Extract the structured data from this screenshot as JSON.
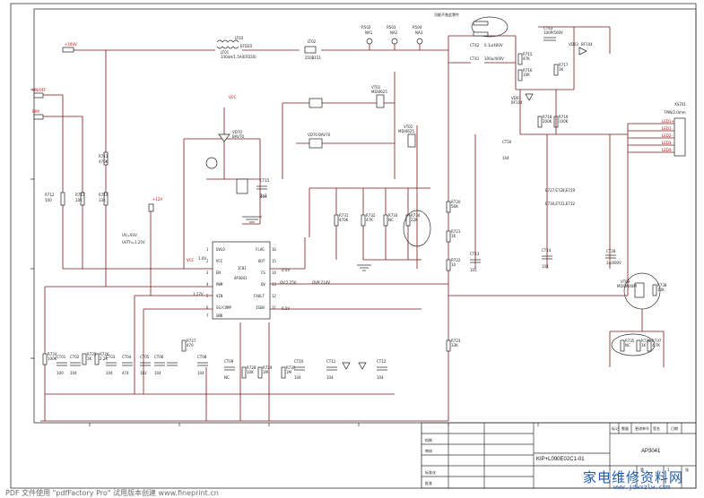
{
  "header_note": "功能不装此零件",
  "nets": {
    "vin": "+190V",
    "on_off": "ON/OFF",
    "dim": "DIM",
    "vcc_top": "VCC",
    "v12": "+12V",
    "vcc_left": "VCC"
  },
  "transformer": {
    "ref": "LT01",
    "alt": "LT03",
    "value": "330uH/1.5A(EFD20)",
    "alt_value": "EFD20"
  },
  "inductor": {
    "ref": "LT02",
    "value": "250B151"
  },
  "jumpers": [
    "R502",
    "R503",
    "R504"
  ],
  "jumper_values": [
    "NA1",
    "NA2",
    "NA3"
  ],
  "ic": {
    "ref": "IC01",
    "part": "AP3041",
    "left_pins": [
      {
        "name": "UVLO",
        "num": "1"
      },
      {
        "name": "VCC",
        "num": "2"
      },
      {
        "name": "EN",
        "num": "3"
      },
      {
        "name": "PWM",
        "num": "4"
      },
      {
        "name": "VIN",
        "num": "5"
      },
      {
        "name": "SS/COMP",
        "num": "6"
      },
      {
        "name": "GND",
        "num": "7"
      }
    ],
    "right_pins": [
      {
        "name": "FLAG",
        "num": "16"
      },
      {
        "name": "OUT",
        "num": "15"
      },
      {
        "name": "CS",
        "num": "14"
      },
      {
        "name": "OV",
        "num": "13"
      },
      {
        "name": "FAULT",
        "num": "12"
      },
      {
        "name": "ISEN",
        "num": "11"
      }
    ]
  },
  "annotations": {
    "uv": "UV=93V",
    "uvth": "UVTh=1.25V",
    "v10": "1.0V",
    "v327": "3.27V",
    "v05a": "0.5V",
    "ovp": "OV:2.25V",
    "ovpv": "OVP:214V",
    "v05b": "0.5V"
  },
  "components": {
    "q_main": "VT01",
    "q_main_part": "MDI4625",
    "q2": "VT02",
    "q2_part": "MDI4625",
    "d_main": "VD01",
    "d_main_part": "BF104",
    "d2": "VD03",
    "d2_part": "BF104",
    "d_top": "VD70",
    "d_top_part": "BAV70",
    "c_out1": "CT41",
    "c_out1_val": "100u/400V",
    "c_out2": "CT42",
    "c_out2_val": "0.1u/400V",
    "c_top": "CT43",
    "c_top_val": "100P/500V",
    "conn": "XS701",
    "conn_label": "7PIN/2.0mm",
    "conn_pins": [
      "LED1+",
      "LED1-",
      "LED2-",
      "LED3-",
      "LED4-"
    ],
    "q_mos": "VT09",
    "q_mos_part": "MDI3N40M",
    "c_dcdc": "CT28",
    "c_dcdc_val": "1u/400V",
    "r_labels": [
      "R711",
      "R712",
      "R713",
      "R714",
      "R715",
      "R716",
      "R717",
      "R718",
      "R719",
      "R720",
      "R721",
      "R722",
      "R723",
      "R724",
      "R725",
      "R726",
      "R727",
      "R728",
      "R729",
      "R730",
      "R731",
      "R732",
      "R733",
      "R734",
      "R735",
      "R736",
      "R737",
      "R738"
    ],
    "r_values": [
      "470K",
      "100",
      "10K",
      "33K",
      "47K",
      "10K",
      "1K",
      "200K",
      "100K",
      "56K",
      "1K",
      "10",
      "33K",
      "100K",
      "1K",
      "2.2K",
      "470",
      "10K",
      "1M",
      "1M",
      "470K",
      "47K",
      "NC",
      "22K",
      "NC",
      "1K",
      "4.7K",
      "10K"
    ],
    "c_labels": [
      "CT01",
      "CT02",
      "CT03",
      "CT04",
      "CT05",
      "CT06",
      "CT07",
      "CT08",
      "CT09",
      "CT10",
      "CT11",
      "CT12",
      "CT13",
      "CT14",
      "CT15",
      "CT16"
    ],
    "c_values": [
      "100",
      "104",
      "104",
      "474",
      "102",
      "104",
      "2n2",
      "104",
      "NC",
      "104",
      "104",
      "104",
      "105",
      "104",
      "104",
      "104"
    ],
    "notes": [
      "E727,E728,E729",
      "E730,E731,E732",
      "VD70 BAV70"
    ]
  },
  "title_block": {
    "drawing_no": "KIP+L090E02C1-01",
    "title": "AP3041",
    "headers": [
      "标记",
      "数量",
      "更改单号",
      "签名",
      "日期"
    ],
    "rows": [
      "拟制",
      "审核",
      "",
      "",
      "标准化",
      "批准"
    ],
    "sheet_info": [
      "第",
      "1",
      "张"
    ]
  },
  "footer": "PDF 文件使用 \"pdfFactory Pro\" 试用版本创建 www.fineprint.cn",
  "watermark": {
    "text": "家电维修资料网",
    "url": "www.jdwxzlw.com"
  }
}
